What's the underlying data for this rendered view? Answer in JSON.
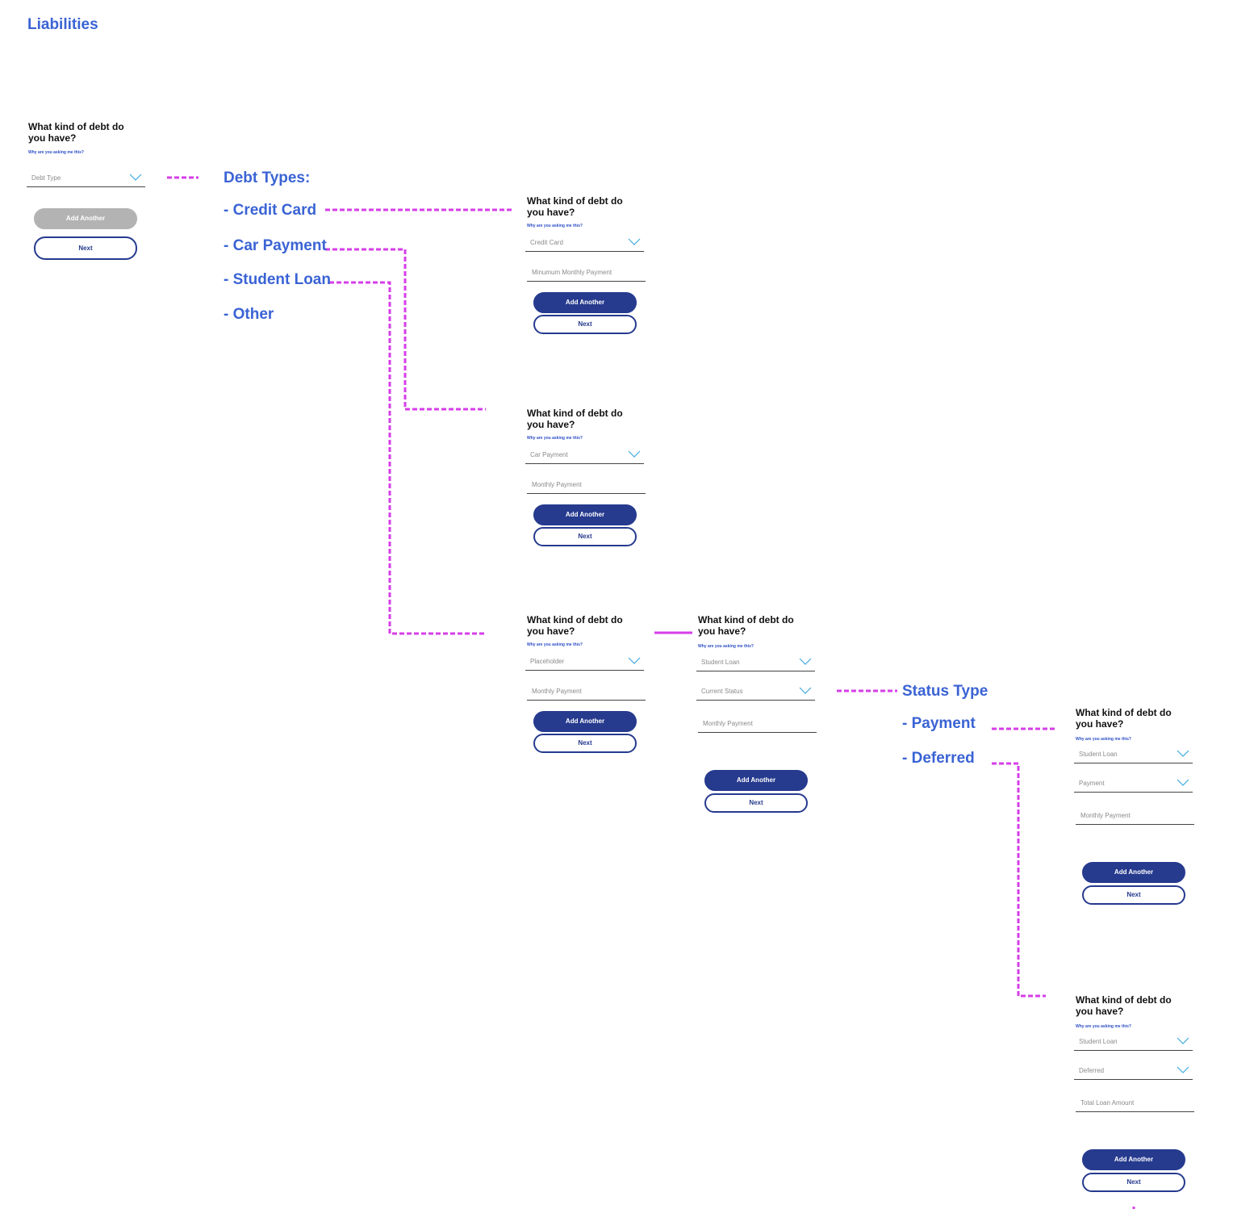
{
  "title": "Liabilities",
  "debt_types_heading": "Debt Types:",
  "debt_types": [
    "- Credit Card",
    "- Car Payment",
    "- Student Loan",
    "- Other"
  ],
  "status_type_heading": "Status Type",
  "status_types": [
    "- Payment",
    "- Deferred"
  ],
  "question": "What kind of debt do you have?",
  "why_link": "Why are you asking me this?",
  "add_another": "Add Another",
  "next": "Next",
  "colors": {
    "accent": "#3a63d4",
    "connector": "#d63ee8",
    "button": "#263a8e",
    "disabled": "#b3b3b3"
  },
  "cards": {
    "start": {
      "fields": [
        "Debt Type"
      ]
    },
    "credit_card": {
      "fields": [
        "Credit Card",
        "Minumum Monthly Payment"
      ]
    },
    "car_payment": {
      "fields": [
        "Car Payment",
        "Monthly Payment"
      ]
    },
    "student_loan": {
      "fields": [
        "Placeholder",
        "Monthly Payment"
      ]
    },
    "student_loan_status": {
      "fields": [
        "Student Loan",
        "Current Status",
        "Monthly Payment"
      ]
    },
    "payment": {
      "fields": [
        "Student Loan",
        "Payment",
        "Monthly Payment"
      ]
    },
    "deferred": {
      "fields": [
        "Student Loan",
        "Deferred",
        "Total Loan Amount"
      ]
    }
  }
}
